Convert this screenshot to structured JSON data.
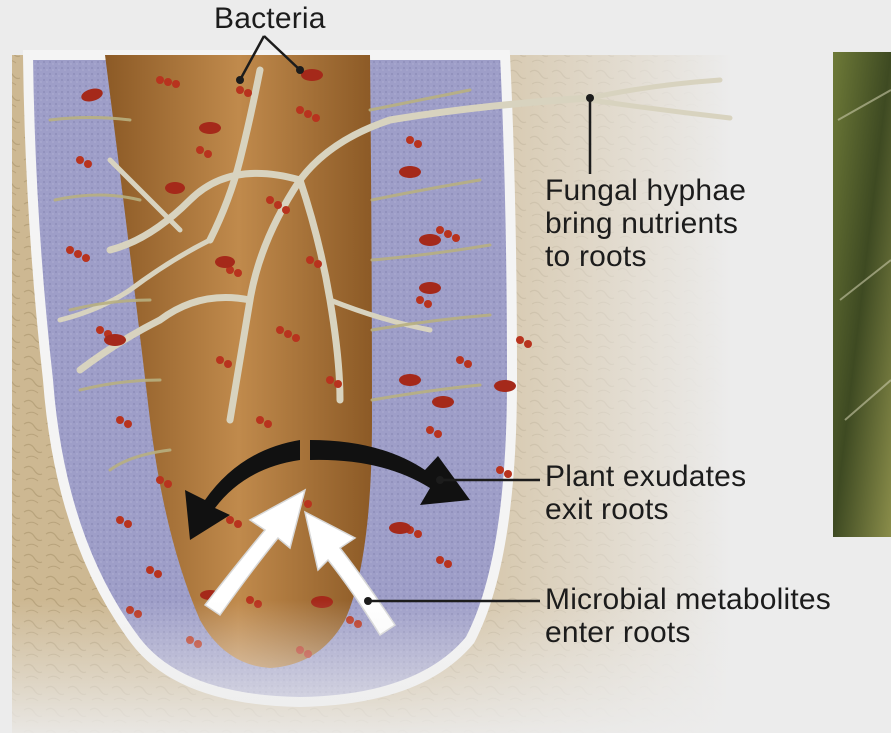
{
  "labels": {
    "bacteria": "Bacteria",
    "fungal_hyphae": [
      "Fungal hyphae",
      "bring nutrients",
      "to roots"
    ],
    "plant_exudates": [
      "Plant exudates",
      "exit roots"
    ],
    "microbial_metabolites": [
      "Microbial metabolites",
      "enter roots"
    ]
  },
  "colors": {
    "background": "#ececec",
    "soil": "#c9b48e",
    "rhizosphere": "#9a9ac4",
    "root": "#b47a3c",
    "hyphae": "#d8d3bf",
    "bacteria": "#b8331e",
    "outward_arrow": "#111111",
    "inward_arrow": "#ffffff",
    "photo_inset": "#5a6a2e"
  }
}
